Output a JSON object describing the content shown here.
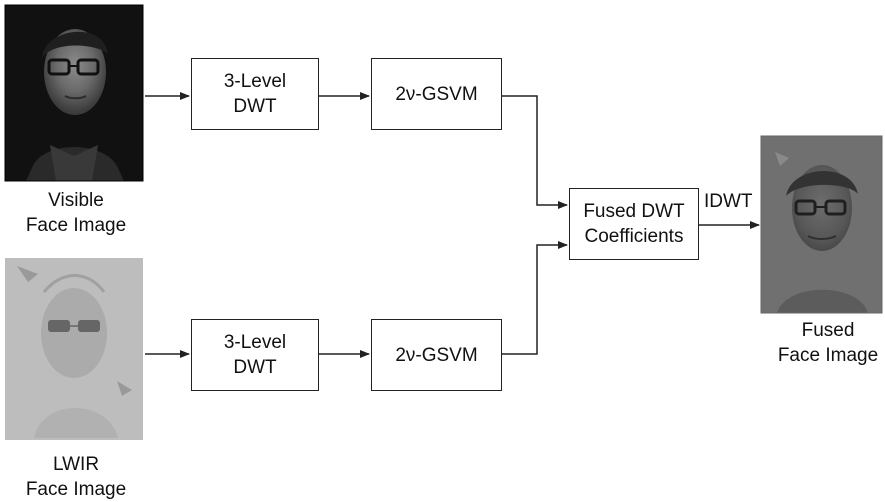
{
  "inputs": {
    "visible": {
      "label_line1": "Visible",
      "label_line2": "Face Image",
      "image_description": "grayscale portrait photo"
    },
    "lwir": {
      "label_line1": "LWIR",
      "label_line2": "Face Image",
      "image_description": "light gray thermal image"
    }
  },
  "boxes": {
    "dwt_top": {
      "line1": "3-Level",
      "line2": "DWT"
    },
    "gsvm_top": {
      "line1": "2ν-GSVM"
    },
    "dwt_bottom": {
      "line1": "3-Level",
      "line2": "DWT"
    },
    "gsvm_bottom": {
      "line1": "2ν-GSVM"
    },
    "fused_dwt": {
      "line1": "Fused DWT",
      "line2": "Coefficients"
    }
  },
  "edge_labels": {
    "idwt": "IDWT"
  },
  "output": {
    "label_line1": "Fused",
    "label_line2": "Face Image",
    "image_description": "grayscale fused portrait"
  },
  "colors": {
    "line": "#222222",
    "visible_bg": "#0f0f0f",
    "visible_face": "#6a6a6a",
    "lwir_bg": "#bdbdbd",
    "lwir_face": "#a6a6a6",
    "fused_bg": "#707070",
    "fused_face": "#525252"
  }
}
